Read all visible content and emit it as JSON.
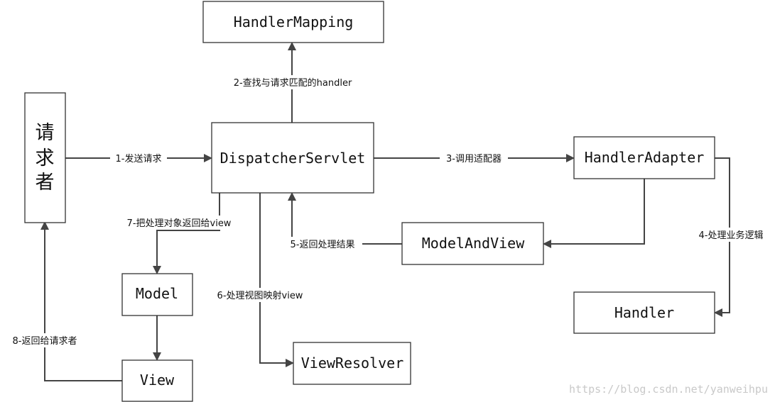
{
  "nodes": {
    "handler_mapping": "HandlerMapping",
    "requester_line1": "请",
    "requester_line2": "求",
    "requester_line3": "者",
    "dispatcher_servlet": "DispatcherServlet",
    "handler_adapter": "HandlerAdapter",
    "model_and_view": "ModelAndView",
    "model": "Model",
    "view": "View",
    "view_resolver": "ViewResolver",
    "handler": "Handler"
  },
  "edges": {
    "step1": "1-发送请求",
    "step2": "2-查找与请求匹配的handler",
    "step3": "3-调用适配器",
    "step4": "4-处理业务逻辑",
    "step5": "5-返回处理结果",
    "step6": "6-处理视图映射view",
    "step7": "7-把处理对象返回给view",
    "step8": "8-返回给请求者"
  },
  "watermark": "https://blog.csdn.net/yanweihpu"
}
